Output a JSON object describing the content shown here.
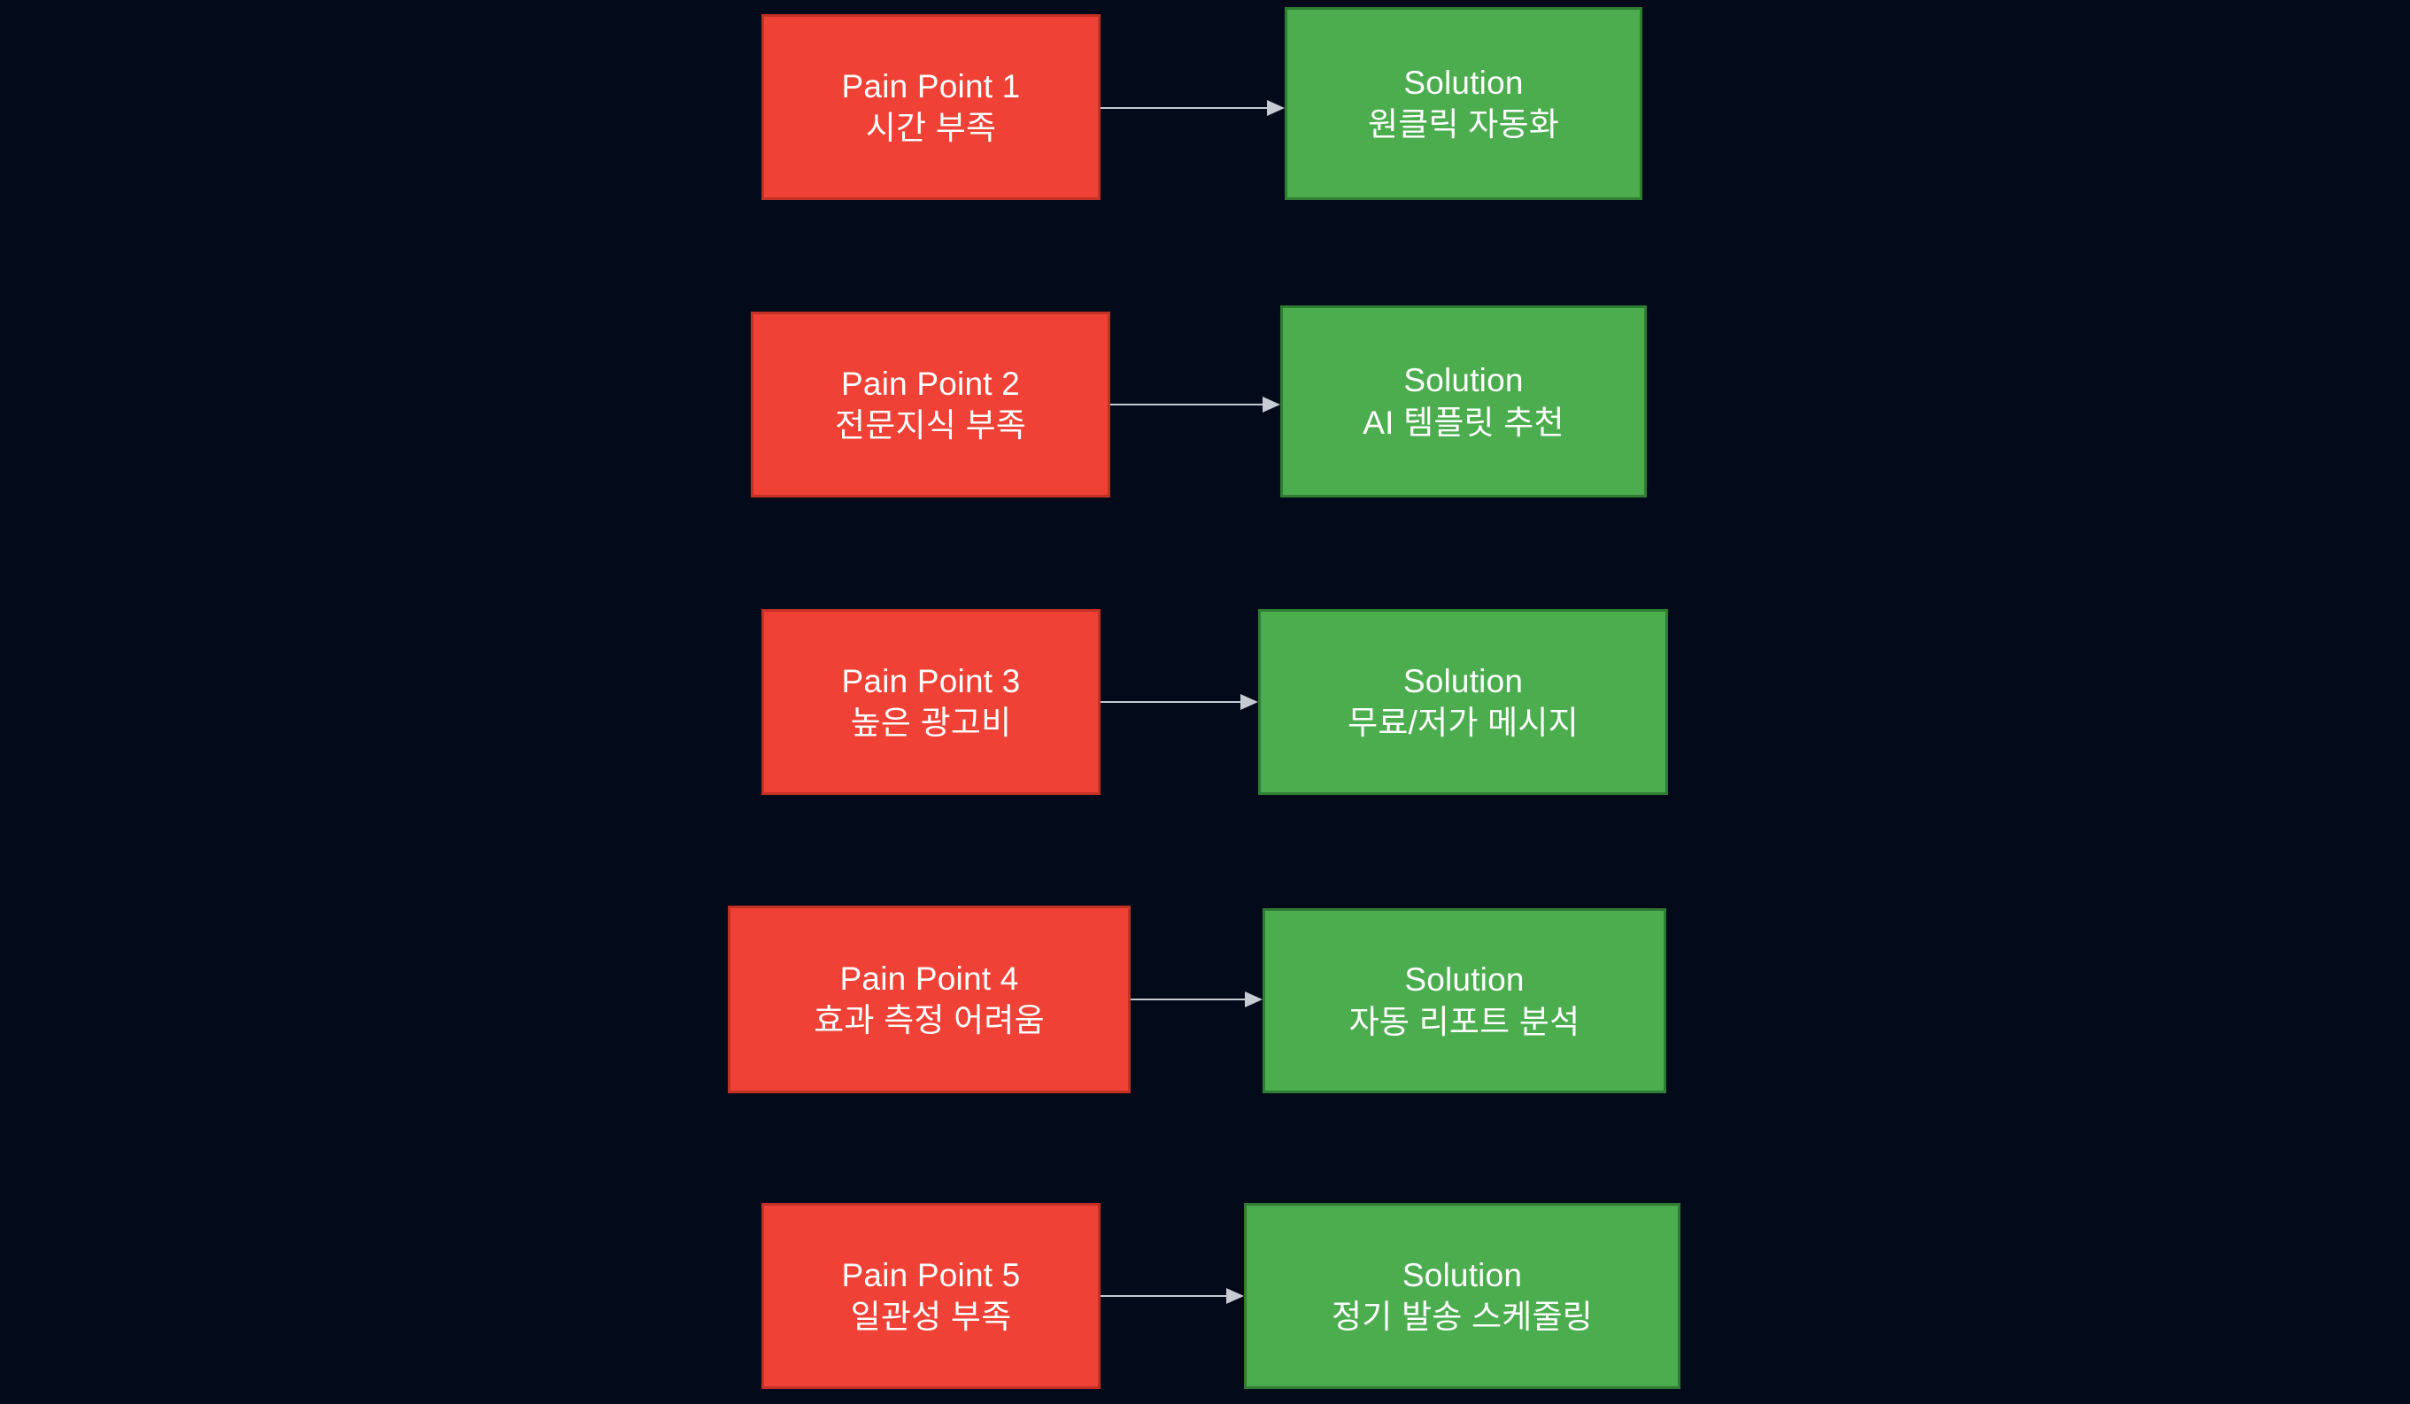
{
  "diagram": {
    "type": "flowchart",
    "direction": "left-to-right pairs",
    "background_color": "#030a19",
    "pain_color": "#ef4136",
    "pain_border_color": "#c33124",
    "solution_color": "#4cad4f",
    "solution_border_color": "#2f7c33",
    "edge_color": "#c5cad3",
    "text_color": "#ffffff",
    "rows": [
      {
        "pain": {
          "title": "Pain Point 1",
          "detail": "시간 부족"
        },
        "solution": {
          "title": "Solution",
          "detail": "원클릭 자동화"
        },
        "edge": {
          "label": ""
        }
      },
      {
        "pain": {
          "title": "Pain Point 2",
          "detail": "전문지식 부족"
        },
        "solution": {
          "title": "Solution",
          "detail": "AI 템플릿 추천"
        },
        "edge": {
          "label": ""
        }
      },
      {
        "pain": {
          "title": "Pain Point 3",
          "detail": "높은 광고비"
        },
        "solution": {
          "title": "Solution",
          "detail": "무료/저가 메시지"
        },
        "edge": {
          "label": ""
        }
      },
      {
        "pain": {
          "title": "Pain Point 4",
          "detail": "효과 측정 어려움"
        },
        "solution": {
          "title": "Solution",
          "detail": "자동 리포트 분석"
        },
        "edge": {
          "label": ""
        }
      },
      {
        "pain": {
          "title": "Pain Point 5",
          "detail": "일관성 부족"
        },
        "solution": {
          "title": "Solution",
          "detail": "정기 발송 스케줄링"
        },
        "edge": {
          "label": ""
        }
      }
    ]
  }
}
